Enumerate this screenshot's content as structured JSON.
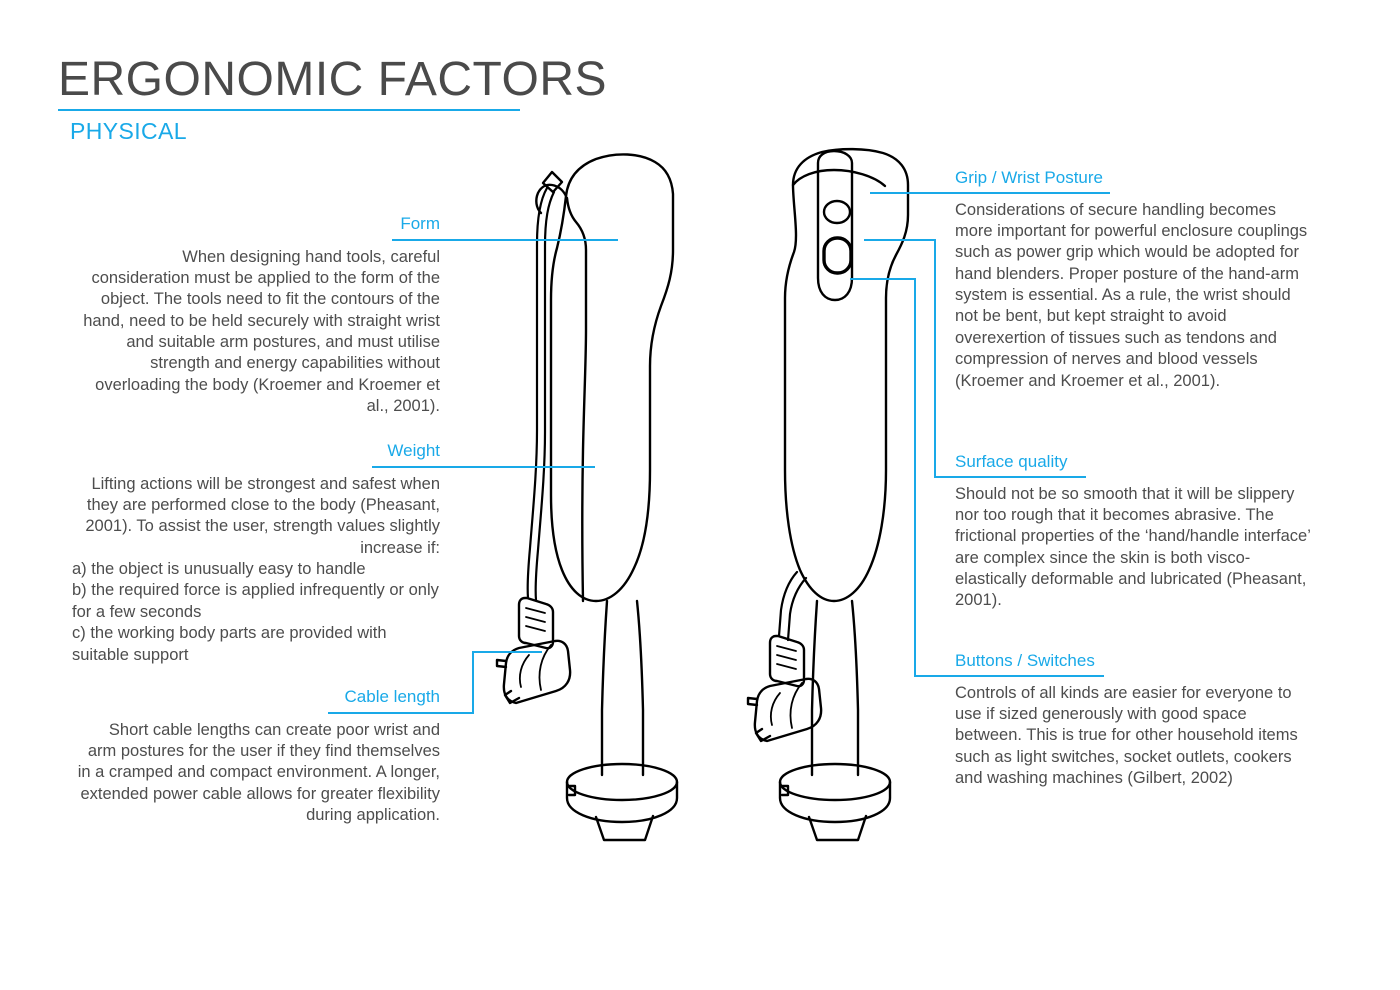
{
  "header": {
    "title": "ERGONOMIC FACTORS",
    "subtitle": "PHYSICAL"
  },
  "colors": {
    "accent": "#19a9e8",
    "body_text": "#4d4d4d",
    "title_text": "#4a4a4a",
    "line_art": "#000000",
    "background": "#ffffff"
  },
  "left_column": {
    "form": {
      "heading": "Form",
      "body": "When designing hand tools, careful consideration must be applied to the form of the object. The tools need to fit the contours of the hand, need to be held securely with straight wrist and suitable arm postures, and must utilise strength and energy capabilities without overloading the body (Kroemer and Kroemer et al., 2001)."
    },
    "weight": {
      "heading": "Weight",
      "body": "Lifting actions will be strongest and safest when they are performed close to the body (Pheasant, 2001). To assist the user, strength values slightly increase if:",
      "list": "a) the object is unusually easy to handle\nb) the required force is applied infrequently or only for a few seconds\nc) the working body parts are provided with suitable support"
    },
    "cable_length": {
      "heading": "Cable length",
      "body": "Short cable lengths can create poor wrist and arm postures for the user if they find themselves in a cramped and compact environment. A longer, extended power cable allows for greater flexibility during application."
    }
  },
  "right_column": {
    "grip_wrist_posture": {
      "heading": "Grip / Wrist Posture",
      "body": "Considerations of secure handling becomes more important for powerful enclosure couplings such as power grip which would be adopted for hand blenders. Proper posture of the hand-arm system is essential. As a rule, the wrist should not be bent, but kept straight to avoid overexertion of tissues such as tendons and compression of nerves and blood vessels (Kroemer and Kroemer et al., 2001)."
    },
    "surface_quality": {
      "heading": "Surface quality",
      "body": "Should not be so smooth that it will be slippery nor too rough that it becomes abrasive. The frictional properties of the ‘hand/handle interface’ are complex since the skin is both visco-elastically deformable and lubricated (Pheasant, 2001)."
    },
    "buttons_switches": {
      "heading": "Buttons / Switches",
      "body": "Controls of all kinds are easier for everyone to use if sized generously with good space between. This is true for other household items such as light switches, socket outlets, cookers and  washing machines (Gilbert, 2002)"
    }
  },
  "illustration": {
    "left_blender": {
      "name": "hand-blender-side-view",
      "parts": [
        "body",
        "power-cable",
        "uk-plug",
        "shaft",
        "blade-guard"
      ]
    },
    "right_blender": {
      "name": "hand-blender-front-view",
      "parts": [
        "body",
        "control-panel",
        "speed-button",
        "power-button",
        "power-cable",
        "uk-plug",
        "shaft",
        "blade-guard"
      ]
    }
  }
}
